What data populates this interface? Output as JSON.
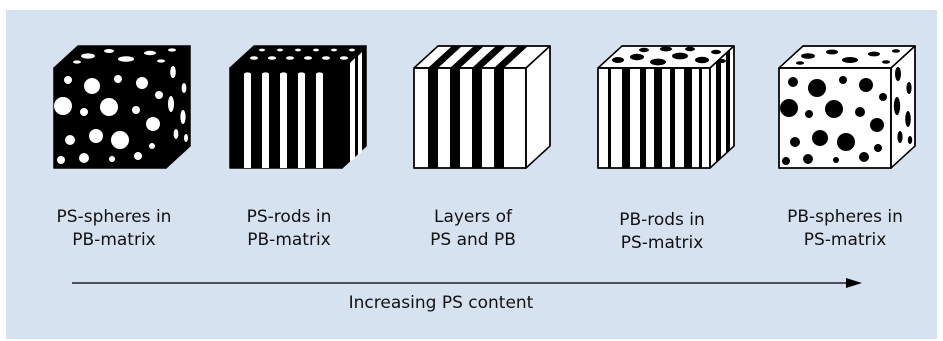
{
  "figure": {
    "panel_color": "#d7e2f1",
    "ink_color": "#000000",
    "light_color": "#ffffff",
    "morphologies": [
      {
        "id": "ps-spheres",
        "pattern": "spheres",
        "matrix": "black",
        "caption": [
          "PS-spheres in",
          "PB-matrix"
        ]
      },
      {
        "id": "ps-rods",
        "pattern": "rods",
        "matrix": "black",
        "caption": [
          "PS-rods in",
          "PB-matrix"
        ]
      },
      {
        "id": "layers",
        "pattern": "layers",
        "matrix": "white",
        "caption": [
          "Layers of",
          "PS and PB"
        ]
      },
      {
        "id": "pb-rods",
        "pattern": "rods",
        "matrix": "white",
        "caption": [
          "PB-rods in",
          "PS-matrix"
        ]
      },
      {
        "id": "pb-spheres",
        "pattern": "spheres",
        "matrix": "white",
        "caption": [
          "PB-spheres in",
          "PS-matrix"
        ]
      }
    ],
    "axis_label": "Increasing PS content"
  }
}
